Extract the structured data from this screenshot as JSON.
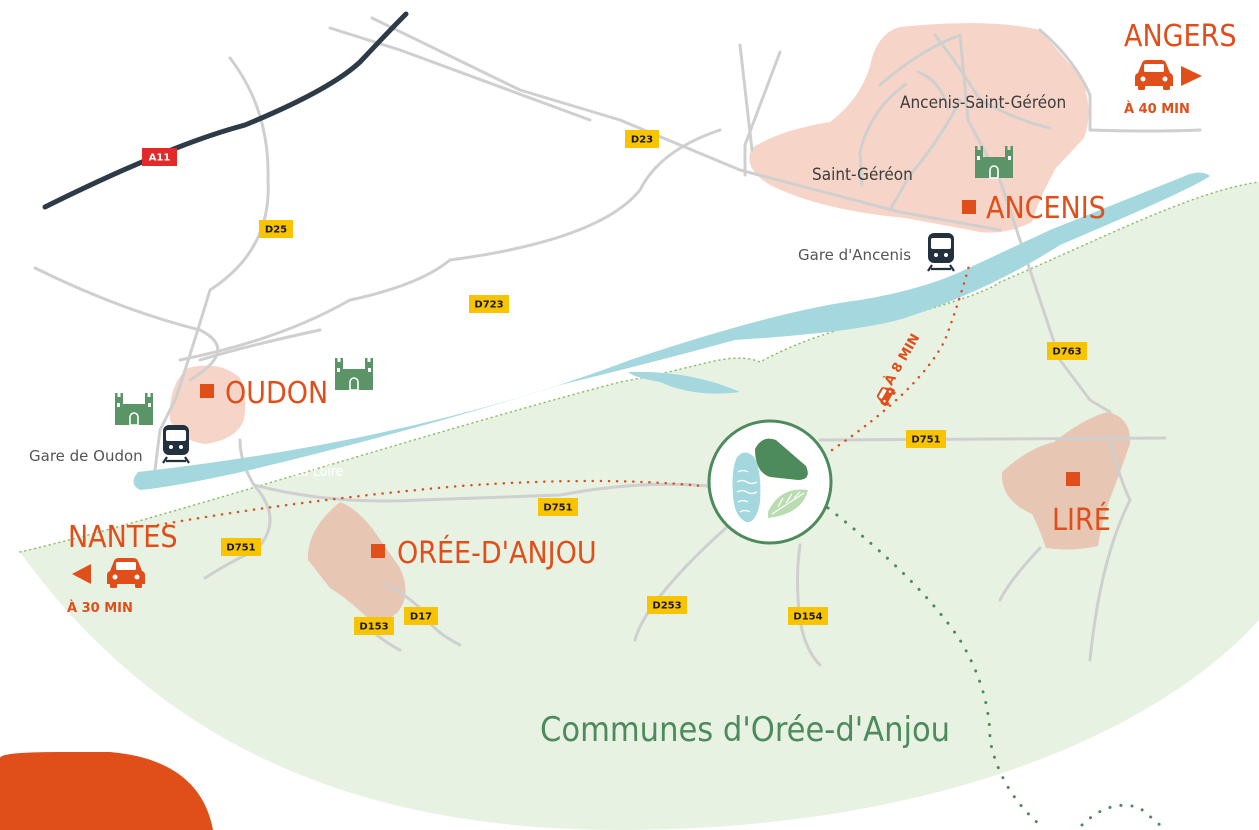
{
  "towns": {
    "angers": "ANGERS",
    "ancenis": "ANCENIS",
    "oudon": "OUDON",
    "nantes": "NANTES",
    "oree": "ORÉE-D'ANJOU",
    "lire": "LIRÉ"
  },
  "places": {
    "ancenis_saint_gereon": "Ancenis-Saint-Géréon",
    "saint_gereon": "Saint-Géréon",
    "gare_ancenis": "Gare d'Ancenis",
    "gare_oudon": "Gare de Oudon",
    "loire": "La Loire"
  },
  "travel": {
    "angers": "À 40 MIN",
    "nantes": "À 30 MIN",
    "ancenis": "À 8 MIN"
  },
  "roads": {
    "a11": "A11",
    "d23": "D23",
    "d25": "D25",
    "d723": "D723",
    "d763": "D763",
    "d751_east": "D751",
    "d751_center": "D751",
    "d751_west": "D751",
    "d253": "D253",
    "d154": "D154",
    "d153": "D153",
    "d17": "D17"
  },
  "region": {
    "label": "Communes d'Orée-d'Anjou"
  },
  "colors": {
    "orange": "#e04e1a",
    "river": "#a5d8de",
    "green_zone": "#e8f2e2",
    "dark_green": "#4d8a5c",
    "road_badge": "#f8c400",
    "highway": "#2d3a48",
    "urban_pink": "#f6d5c8",
    "urban_tan": "#e7c7b3"
  },
  "icons": {
    "castle": "castle-icon",
    "train": "train-icon",
    "car": "car-icon",
    "logo": "site-logo-icon"
  }
}
